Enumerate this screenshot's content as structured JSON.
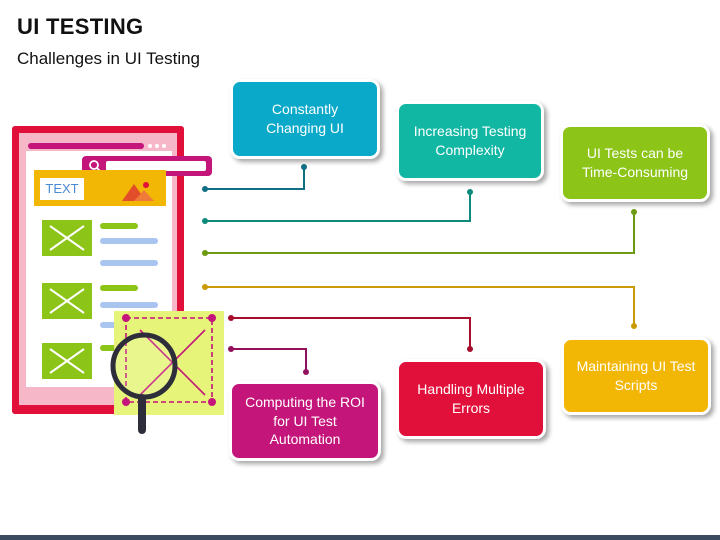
{
  "header": {
    "title": "UI TESTING",
    "subtitle": "Challenges in UI Testing"
  },
  "illustration": {
    "text_label": "TEXT",
    "description_icons": [
      "search-icon",
      "image-icon",
      "magnifier-icon"
    ]
  },
  "challenges": [
    {
      "label": "Constantly Changing UI",
      "color": "#0aa9c9",
      "line_color": "#0f6e84"
    },
    {
      "label": "Increasing Testing Complexity",
      "color": "#12b7a4",
      "line_color": "#0d8a7b"
    },
    {
      "label": "UI Tests can be Time-Consuming",
      "color": "#8cc417",
      "line_color": "#6c9a10"
    },
    {
      "label": "Maintaining UI Test Scripts",
      "color": "#f2b705",
      "line_color": "#c99a05"
    },
    {
      "label": "Handling Multiple Errors",
      "color": "#e0103a",
      "line_color": "#a80d2c"
    },
    {
      "label": "Computing the ROI for UI Test Automation",
      "color": "#c4157a",
      "line_color": "#93105d"
    }
  ]
}
